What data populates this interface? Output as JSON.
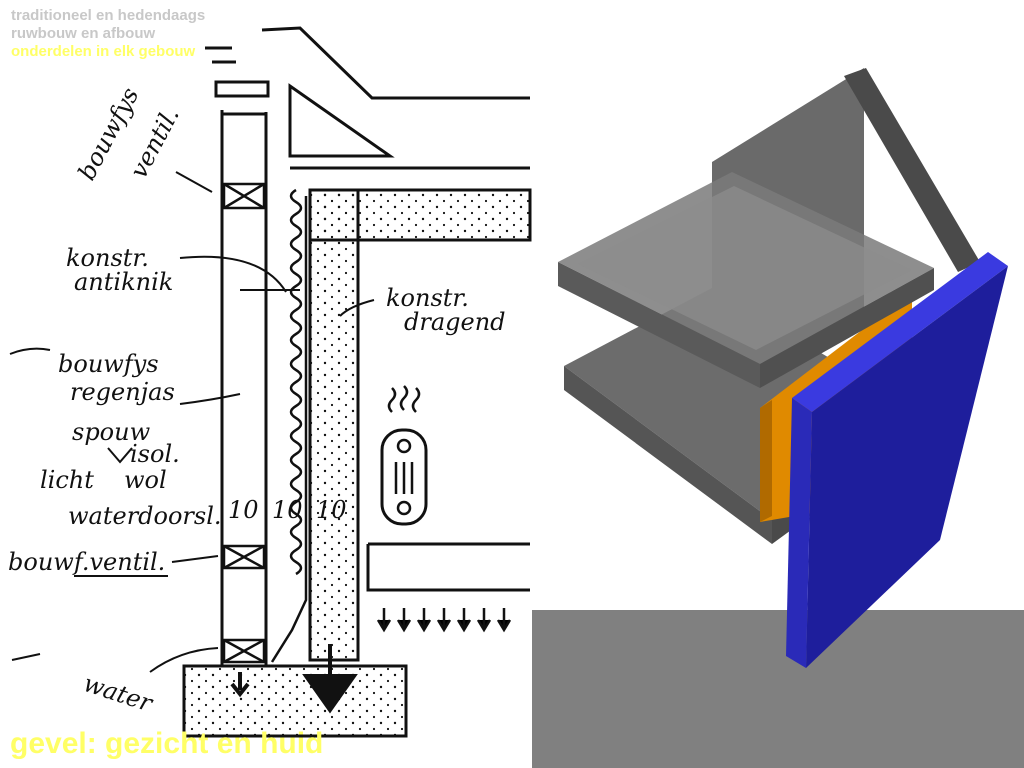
{
  "header": {
    "line1": "traditioneel en hedendaags",
    "line2": "ruwbouw en afbouw",
    "line3": "onderdelen in elk gebouw"
  },
  "footer": {
    "title": "gevel: gezicht en huid"
  },
  "sketch": {
    "labels": {
      "bouwfys_ventil": [
        "bouwfys",
        "ventil."
      ],
      "konstr_antiknik": [
        "konstr.",
        "antiknik"
      ],
      "konstr_dragend": [
        "konstr.",
        "dragend"
      ],
      "bouwfys_regenjas": [
        "bouwfys",
        "regenjas"
      ],
      "spouw": "spouw",
      "licht": "licht",
      "isol": "isol.",
      "wol": "wol",
      "waterdoorsl": "waterdoorsl.",
      "bouwf_ventil": "bouwf.ventil.",
      "water": "water",
      "thickness": [
        "10",
        "10",
        "10"
      ]
    }
  },
  "colors": {
    "header_gray": "#c8c8c8",
    "header_yellow": "#ffff66",
    "footer_yellow": "#ffff66",
    "ground": "#808080",
    "blue_panel": "#2a2ab8",
    "orange_layer": "#e08a00",
    "concrete": "#666666"
  }
}
